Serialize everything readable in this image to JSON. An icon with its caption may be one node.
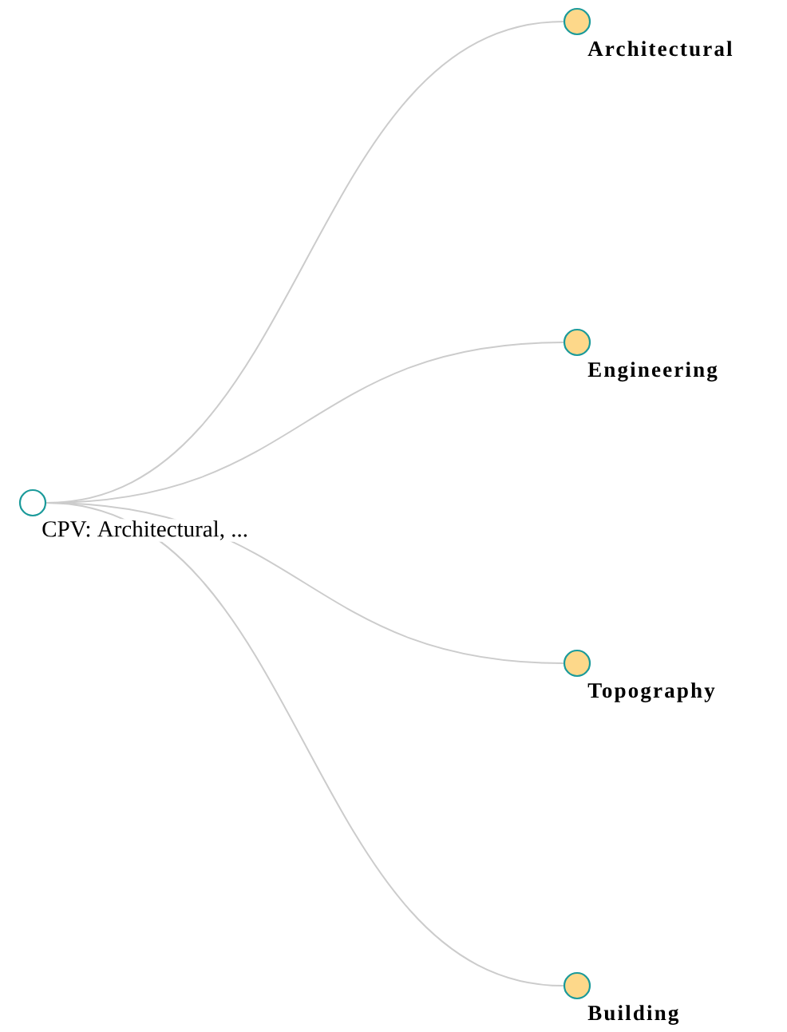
{
  "diagram": {
    "nodes": [
      {
        "text": [
          "CPV: Architectural, ..."
        ]
      },
      {
        "text": [
          "Architectural"
        ]
      },
      {
        "text": [
          "Engineering"
        ]
      },
      {
        "text": [
          "Topography"
        ]
      },
      {
        "text": [
          "Building"
        ]
      }
    ],
    "edges": [
      {
        "from": 0,
        "to": 1,
        "arrow": "none"
      },
      {
        "from": 0,
        "to": 2,
        "arrow": "none"
      },
      {
        "from": 0,
        "to": 3,
        "arrow": "none"
      },
      {
        "from": 0,
        "to": 4,
        "arrow": "none"
      }
    ]
  }
}
